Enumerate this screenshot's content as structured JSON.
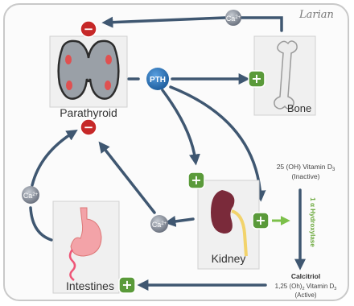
{
  "signature": "Larian",
  "organs": {
    "parathyroid": "Parathyroid",
    "bone": "Bone",
    "kidney": "Kidney",
    "intestines": "Intestines"
  },
  "hormone": "PTH",
  "ion": {
    "base": "Ca",
    "charge": "2+"
  },
  "signs": {
    "inhibit": "−",
    "stimulate": "+"
  },
  "vitamin": {
    "inactive_line1": "25 (OH) Vitamin D",
    "inactive_sub": "3",
    "inactive_line2": "(Inactive)",
    "enzyme": "1 α Hydroxylase",
    "active_title": "Calcitriol",
    "active_line1": "1,25 (Oh)",
    "active_sub1": "2",
    "active_line1b": " Vitamin D",
    "active_sub2": "3",
    "active_line2": "(Active)"
  },
  "colors": {
    "arrow": "#3f5771",
    "inhibit": "#c62828",
    "stimulate": "#5a9a3a",
    "pth": "#2a6fb0",
    "enzyme_arrow": "#7cc04a",
    "ion": "#8a8f98"
  }
}
